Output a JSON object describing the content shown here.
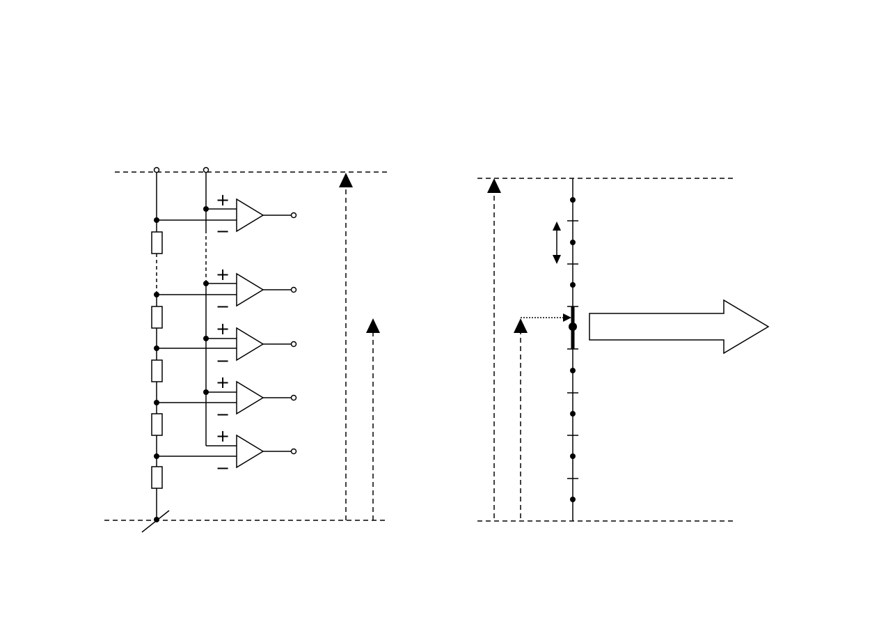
{
  "diagram": {
    "type": "flash-adc-schematic-and-quantization-scale",
    "stroke_color": "#000000",
    "background_color": "#ffffff",
    "left_panel": {
      "resistor_count": 5,
      "comparator_count": 5,
      "comparator_input_signs": [
        "+",
        "−"
      ],
      "icons": [
        "comparator-triangle",
        "resistor",
        "open-terminal",
        "junction-dot",
        "ground-slash",
        "up-arrow"
      ]
    },
    "right_panel": {
      "quantization_level_dots": 8,
      "tick_marks": 8,
      "icons": [
        "double-headed-arrow",
        "dotted-pointer-arrow",
        "hollow-block-arrow",
        "up-arrow"
      ]
    }
  }
}
